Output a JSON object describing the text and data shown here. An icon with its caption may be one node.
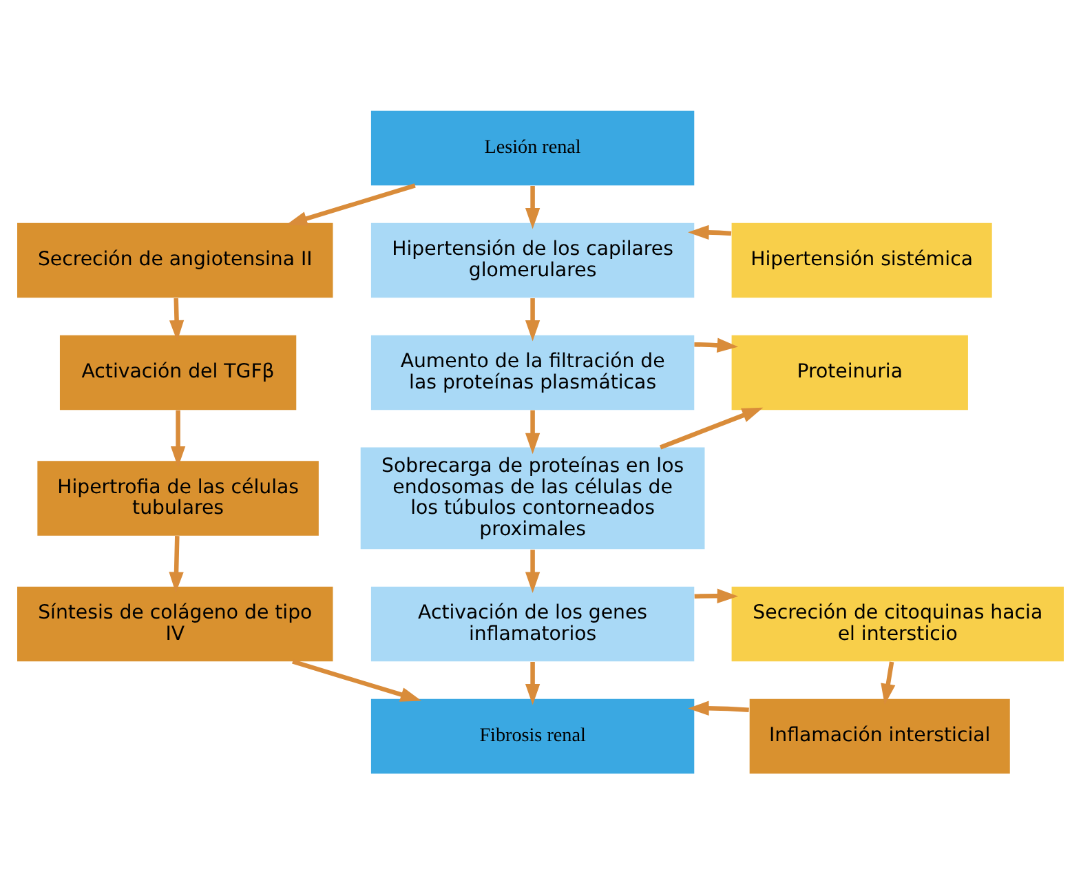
{
  "diagram": {
    "nodes": [
      {
        "text": [
          "Lesión renal"
        ]
      },
      {
        "text": [
          "Secreción de angiotensina II"
        ]
      },
      {
        "text": [
          "Hipertensión de los capilares glomerulares"
        ]
      },
      {
        "text": [
          "Hipertensión sistémica"
        ]
      },
      {
        "text": [
          "Activación del TGFβ"
        ]
      },
      {
        "text": [
          "Aumento de la filtración de las proteínas plasmáticas"
        ]
      },
      {
        "text": [
          "Proteinuria"
        ]
      },
      {
        "text": [
          "Hipertrofia de las células tubulares"
        ]
      },
      {
        "text": [
          "Sobrecarga de proteínas en los endosomas de las células de los túbulos contorneados proximales"
        ]
      },
      {
        "text": [
          "Síntesis de colágeno de tipo IV"
        ]
      },
      {
        "text": [
          "Activación de los genes inflamatorios"
        ]
      },
      {
        "text": [
          "Secreción de citoquinas hacia el intersticio"
        ]
      },
      {
        "text": [
          "Fibrosis renal"
        ]
      },
      {
        "text": [
          "Inflamación intersticial"
        ]
      }
    ],
    "edges": [
      {
        "from": 0,
        "to": 1,
        "arrow": "to"
      },
      {
        "from": 0,
        "to": 2,
        "arrow": "to"
      },
      {
        "from": 3,
        "to": 2,
        "arrow": "to"
      },
      {
        "from": 1,
        "to": 4,
        "arrow": "to"
      },
      {
        "from": 2,
        "to": 5,
        "arrow": "to"
      },
      {
        "from": 5,
        "to": 6,
        "arrow": "to"
      },
      {
        "from": 4,
        "to": 7,
        "arrow": "to"
      },
      {
        "from": 5,
        "to": 8,
        "arrow": "to"
      },
      {
        "from": 8,
        "to": 6,
        "arrow": "to"
      },
      {
        "from": 7,
        "to": 9,
        "arrow": "to"
      },
      {
        "from": 8,
        "to": 10,
        "arrow": "to"
      },
      {
        "from": 10,
        "to": 11,
        "arrow": "to"
      },
      {
        "from": 9,
        "to": 12,
        "arrow": "to"
      },
      {
        "from": 10,
        "to": 12,
        "arrow": "to"
      },
      {
        "from": 11,
        "to": 13,
        "arrow": "to"
      },
      {
        "from": 13,
        "to": 12,
        "arrow": "to"
      }
    ]
  }
}
